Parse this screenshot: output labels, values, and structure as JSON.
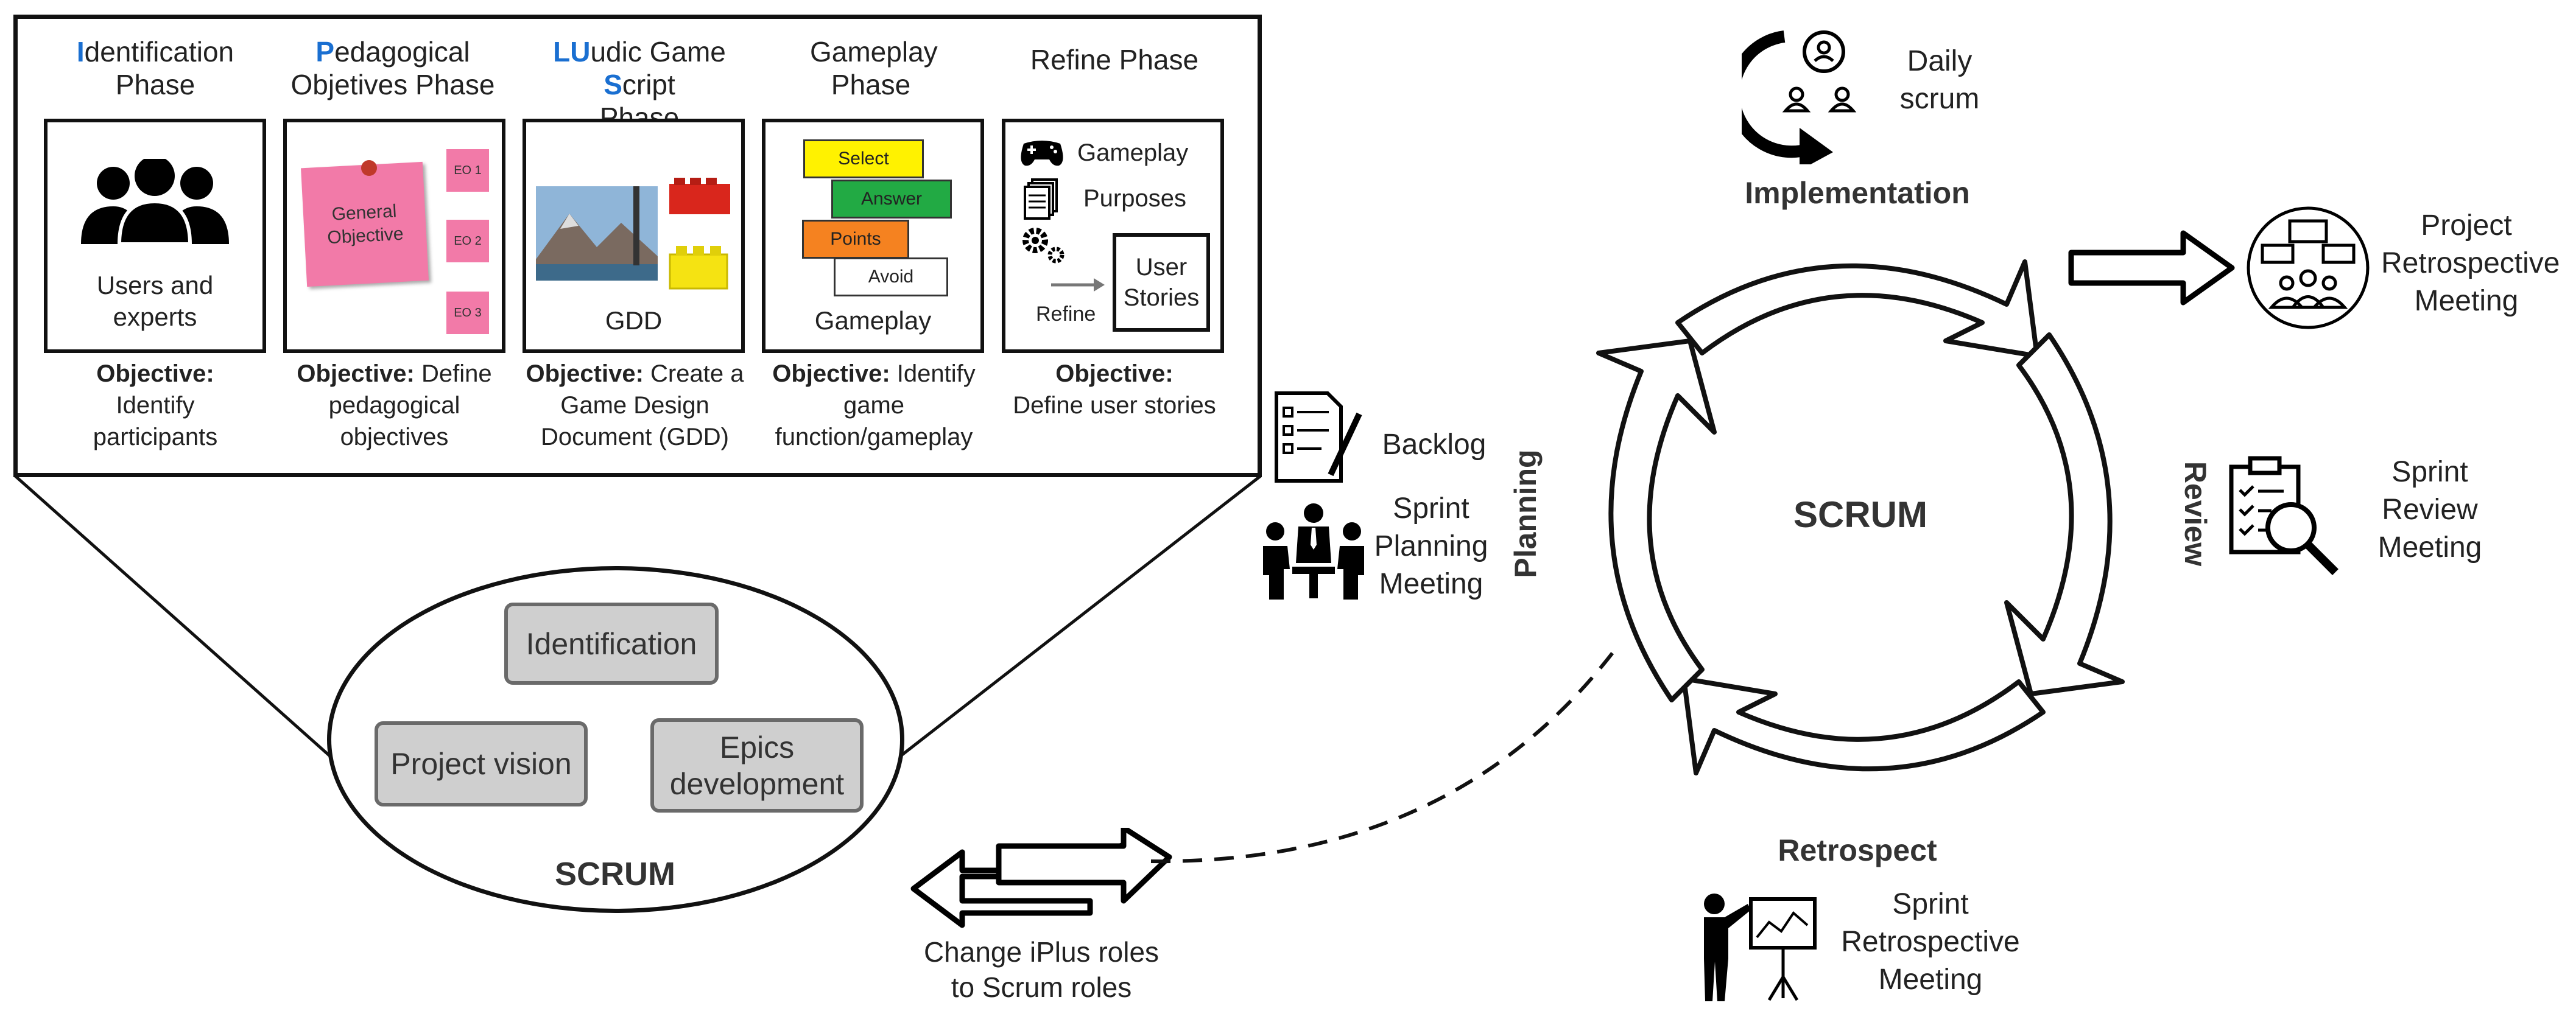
{
  "phases": [
    {
      "hl": "I",
      "rest": "dentification",
      "line2": "Phase",
      "objective_label": "Objective:",
      "objective_text": "Identify participants",
      "box_caption": "Users and experts"
    },
    {
      "hl": "P",
      "rest": "edagogical",
      "line2": "Objetives Phase",
      "objective_label": "Objective:",
      "objective_text": "Define pedagogical objectives",
      "note_main": "General Objective",
      "notes": [
        "EO 1",
        "EO 2",
        "EO 3"
      ]
    },
    {
      "hl": "LU",
      "rest": "udic Game ",
      "hl2": "S",
      "rest2": "cript",
      "line2": "Phase",
      "objective_label": "Objective:",
      "objective_text": "Create a Game Design Document (GDD)",
      "box_caption": "GDD"
    },
    {
      "title": "Gameplay Phase",
      "objective_label": "Objective:",
      "objective_text": "Identify game function/gameplay",
      "box_caption": "Gameplay",
      "blocks": [
        "Select",
        "Answer",
        "Points",
        "Avoid"
      ]
    },
    {
      "title": "Refine Phase",
      "objective_label": "Objective:",
      "objective_text": "Define user stories",
      "items": [
        "Gameplay",
        "Purposes"
      ],
      "refine_label": "Refine",
      "stories_label": "User Stories"
    }
  ],
  "inception": {
    "boxes": [
      "Identification",
      "Project vision",
      "Epics development"
    ],
    "title": "SCRUM"
  },
  "scrum": {
    "center": "SCRUM",
    "implementation": "Implementation",
    "review": "Review",
    "retrospect": "Retrospect",
    "planning": "Planning"
  },
  "meetings": {
    "daily": "Daily scrum",
    "project_retro": "Project Retrospective Meeting",
    "sprint_review": "Sprint Review Meeting",
    "sprint_retro": "Sprint Retrospective Meeting",
    "backlog": "Backlog",
    "sprint_planning": "Sprint Planning Meeting",
    "roles": "Change iPlus roles to Scrum roles"
  },
  "colors": {
    "accent": "#1a6fd1",
    "note_pink": "#f27aa8",
    "block_yellow": "#fff200",
    "block_green": "#22aa44",
    "block_orange": "#f58220",
    "lego_red": "#d9261c",
    "lego_yellow": "#f5e312",
    "box_gray": "#cfcfcf"
  }
}
